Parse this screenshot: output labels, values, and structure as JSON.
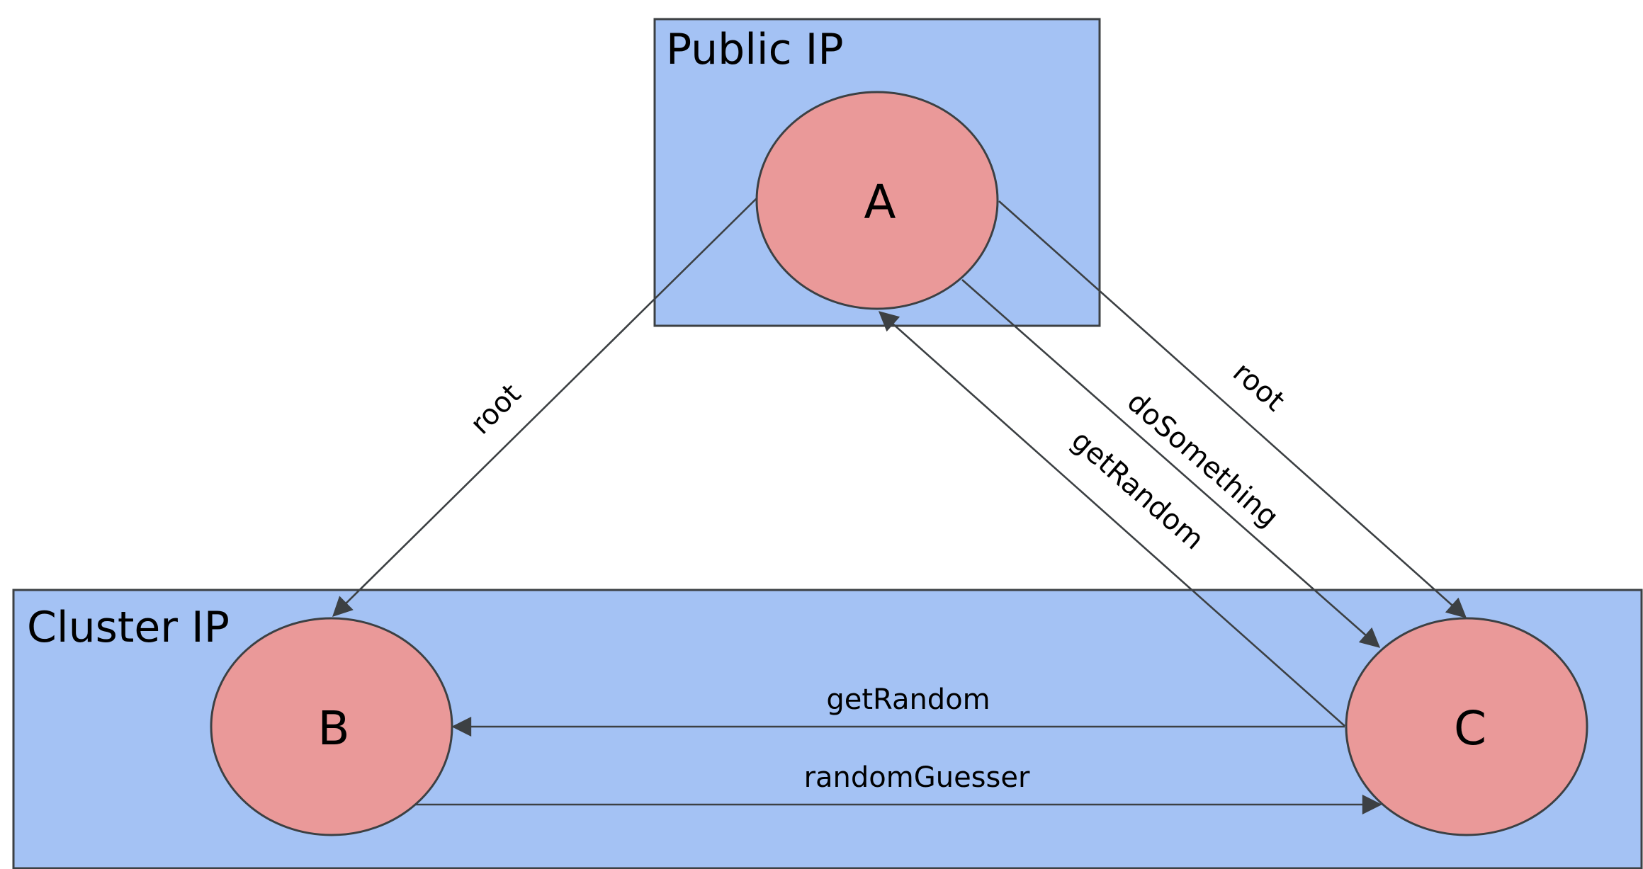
{
  "zones": {
    "public": {
      "title": "Public IP"
    },
    "cluster": {
      "title": "Cluster IP"
    }
  },
  "nodes": {
    "a": {
      "label": "A"
    },
    "b": {
      "label": "B"
    },
    "c": {
      "label": "C"
    }
  },
  "edges": {
    "a_to_b": {
      "label": "root"
    },
    "a_to_c_root": {
      "label": "root"
    },
    "a_to_c_do": {
      "label": "doSomething"
    },
    "c_to_a": {
      "label": "getRandom"
    },
    "c_to_b": {
      "label": "getRandom"
    },
    "b_to_c": {
      "label": "randomGuesser"
    }
  },
  "colors": {
    "zone_fill": "#a4c2f4",
    "node_fill": "#ea9999",
    "stroke": "#3c4043"
  }
}
